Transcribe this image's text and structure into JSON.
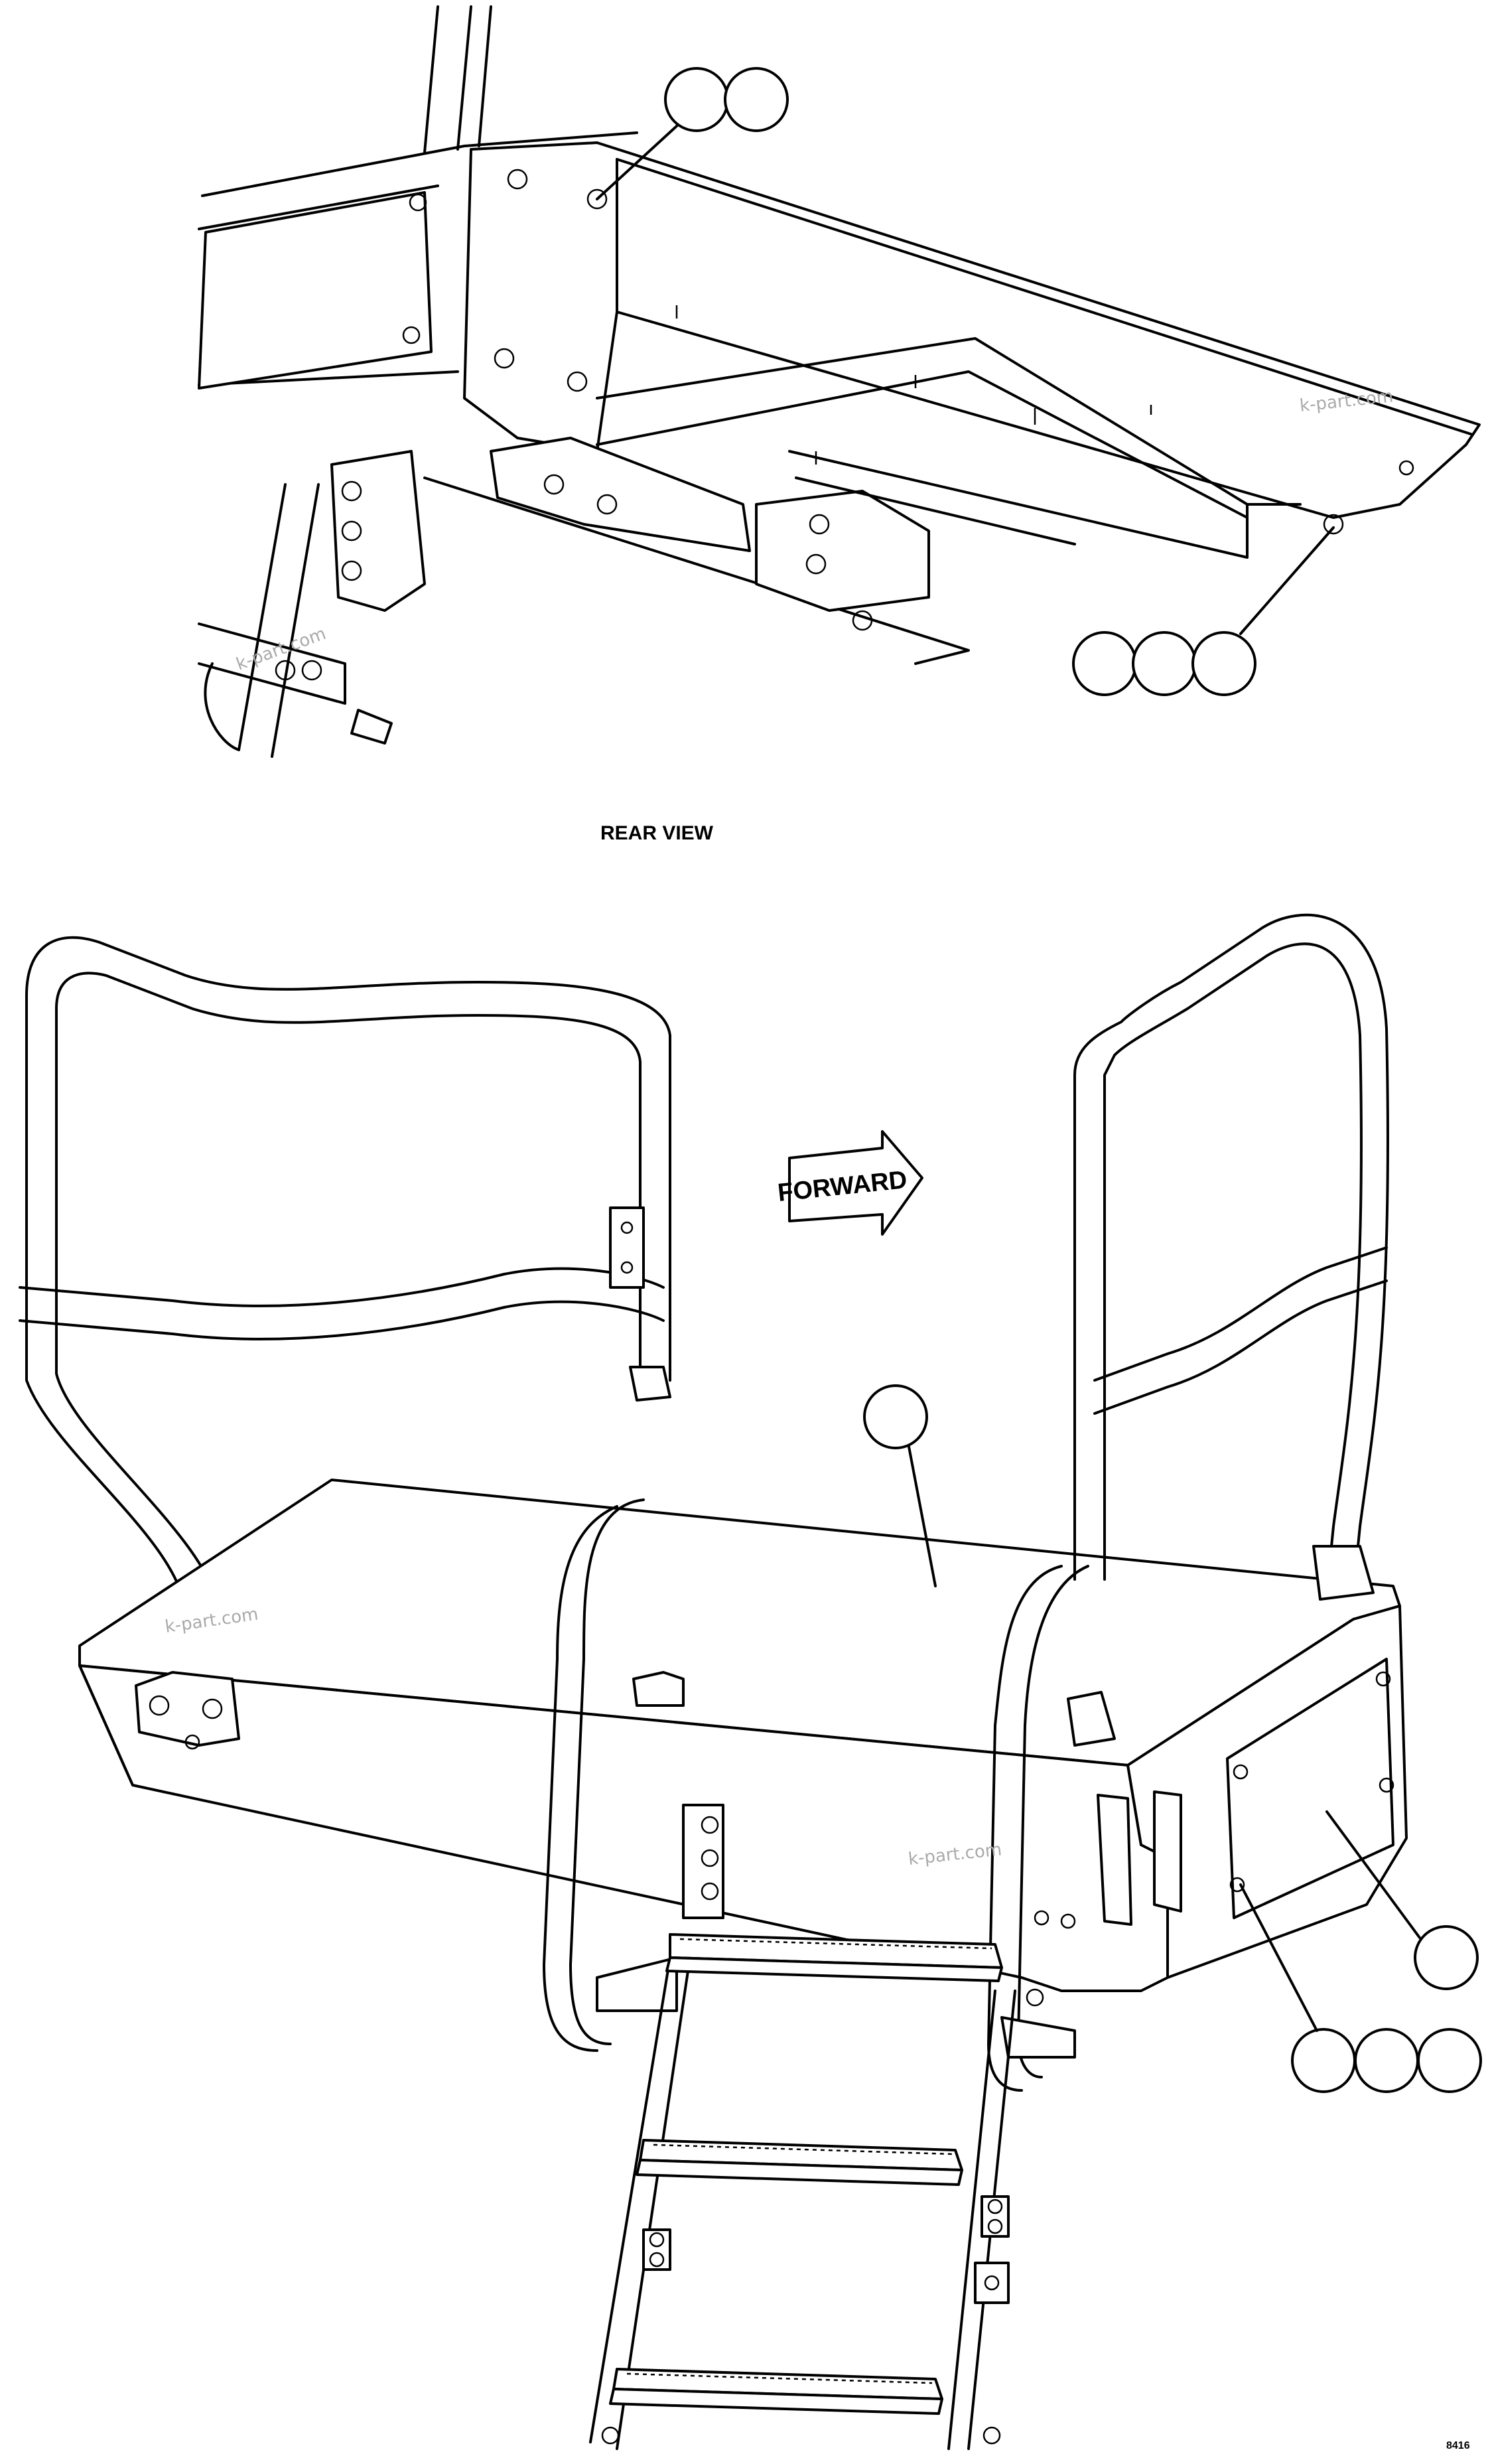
{
  "view_label": "REAR VIEW",
  "direction_arrow": {
    "label": "FORWARD"
  },
  "watermarks": [
    "k-part.com",
    "k-part.com",
    "k-part.com",
    "k-part.com"
  ],
  "figure_number": "8416"
}
